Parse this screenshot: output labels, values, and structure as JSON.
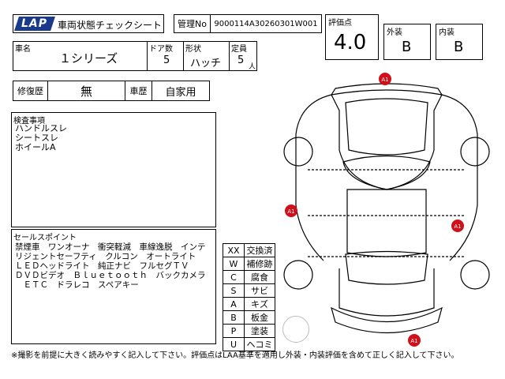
{
  "logo_text": "LAP",
  "sheet_title": "車両状態チェックシート",
  "kanri": {
    "label": "管理No",
    "value": "9000114A30260301W001"
  },
  "score": {
    "label": "評価点",
    "value": "4.0"
  },
  "exterior": {
    "label": "外装",
    "value": "B"
  },
  "interior": {
    "label": "内装",
    "value": "B"
  },
  "car": {
    "name_label": "車名",
    "name_value": "１シリーズ",
    "doors_label": "ドア数",
    "doors_value": "5",
    "shape_label": "形状",
    "shape_value": "ハッチ",
    "capacity_label": "定員",
    "capacity_value": "5",
    "capacity_unit": "人"
  },
  "history": {
    "repair_label": "修復歴",
    "repair_value": "無",
    "usage_label": "車歴",
    "usage_value": "自家用"
  },
  "inspection": {
    "label": "検査事項",
    "lines": [
      "ハンドルスレ",
      "シートスレ",
      "ホイールA"
    ]
  },
  "sales_points": {
    "label": "セールスポイント",
    "lines": [
      "禁煙車　ワンオーナ　衝突軽減　車線逸脱　インテ",
      "リジェントセーフティ　クルコン　オートライト",
      "ＬＥＤヘッドライト　純正ナビ　フルセグＴＶ",
      "ＤＶＤビデオ　Ｂｌｕｅｔｏｏｔｈ　バックカメラ",
      "　ＥＴＣ　ドラレコ　スペアキー"
    ]
  },
  "legend": [
    {
      "code": "XX",
      "name": "交換済"
    },
    {
      "code": "W",
      "name": "補修跡"
    },
    {
      "code": "C",
      "name": "腐食"
    },
    {
      "code": "S",
      "name": "サビ"
    },
    {
      "code": "A",
      "name": "キズ"
    },
    {
      "code": "B",
      "name": "板金"
    },
    {
      "code": "P",
      "name": "塗装"
    },
    {
      "code": "U",
      "name": "ヘコミ"
    }
  ],
  "damage_markers": [
    "A1",
    "A1",
    "A1",
    "A1"
  ],
  "marker_color": "#d0101a",
  "footer_note": "※撮影を前提に大きく読みやすく記入して下さい。評価点はLAA基準を適用し外装・内装評価を含めて正しく記入して下さい。"
}
